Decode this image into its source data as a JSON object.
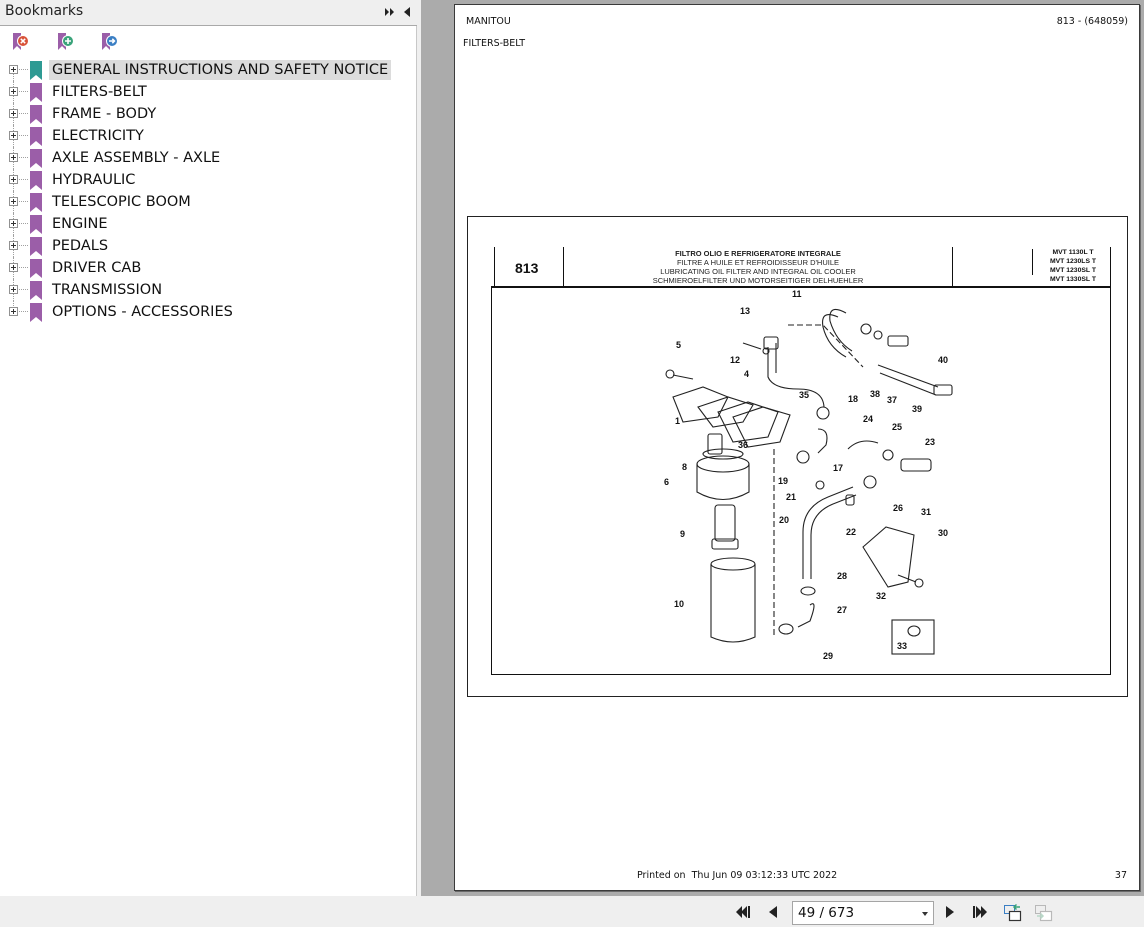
{
  "bookmarks_panel": {
    "title": "Bookmarks",
    "header_buttons": [
      "expand-all",
      "collapse-panel"
    ],
    "toolbar": [
      {
        "name": "delete-bookmark",
        "icon": "bookmark-delete-icon",
        "badge_color": "#d9533a"
      },
      {
        "name": "add-bookmark",
        "icon": "bookmark-add-icon",
        "badge_color": "#3aa37a"
      },
      {
        "name": "goto-bookmark",
        "icon": "bookmark-goto-icon",
        "badge_color": "#3b7fc4"
      }
    ],
    "items": [
      {
        "label": "GENERAL INSTRUCTIONS AND SAFETY NOTICE",
        "selected": true,
        "color": "#2e9a93"
      },
      {
        "label": "FILTERS-BELT",
        "color": "#9b5ea8"
      },
      {
        "label": "FRAME - BODY",
        "color": "#9b5ea8"
      },
      {
        "label": "ELECTRICITY",
        "color": "#9b5ea8"
      },
      {
        "label": "AXLE ASSEMBLY - AXLE",
        "color": "#9b5ea8"
      },
      {
        "label": "HYDRAULIC",
        "color": "#9b5ea8"
      },
      {
        "label": "TELESCOPIC BOOM",
        "color": "#9b5ea8"
      },
      {
        "label": "ENGINE",
        "color": "#9b5ea8"
      },
      {
        "label": "PEDALS",
        "color": "#9b5ea8"
      },
      {
        "label": "DRIVER CAB",
        "color": "#9b5ea8"
      },
      {
        "label": "TRANSMISSION",
        "color": "#9b5ea8"
      },
      {
        "label": "OPTIONS - ACCESSORIES",
        "color": "#9b5ea8"
      }
    ]
  },
  "page": {
    "brand": "MANITOU",
    "section": "FILTERS-BELT",
    "reference": "813 - (648059)",
    "printed_on": "Printed on  Thu Jun 09 03:12:33 UTC 2022",
    "page_number": "37",
    "plate": {
      "number": "813",
      "titles": [
        "FILTRO OLIO E REFRIGERATORE INTEGRALE",
        "FILTRE A HUILE ET REFROIDISSEUR D'HUILE",
        "LUBRICATING OIL FILTER AND INTEGRAL OIL COOLER",
        "SCHMIEROELFILTER UND MOTORSEITIGER DELHUEHLER"
      ],
      "models": [
        "MVT 1130L T",
        "MVT 1230LS T",
        "MVT 1230SL T",
        "MVT 1330SL T"
      ],
      "callouts": [
        "1",
        "4",
        "5",
        "6",
        "8",
        "9",
        "10",
        "11",
        "12",
        "13",
        "17",
        "18",
        "19",
        "20",
        "21",
        "22",
        "23",
        "24",
        "25",
        "26",
        "27",
        "28",
        "29",
        "30",
        "31",
        "32",
        "33",
        "35",
        "36",
        "37",
        "38",
        "39",
        "40"
      ]
    }
  },
  "navigation": {
    "page_display": "49 / 673",
    "current_page": 49,
    "total_pages": 673,
    "buttons": [
      "first-page",
      "previous-page",
      "next-page",
      "last-page",
      "previous-view",
      "next-view"
    ]
  }
}
